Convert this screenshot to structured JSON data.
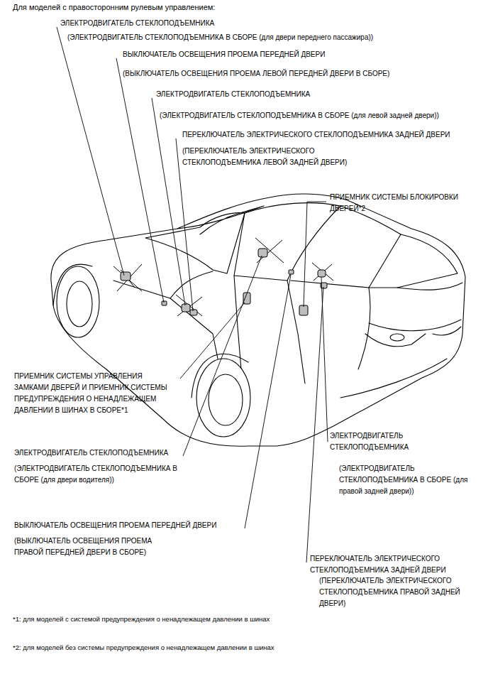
{
  "diagram": {
    "title": "Для моделей с правосторонним рулевым управлением:",
    "labels": [
      "ЭЛЕКТРОДВИГАТЕЛЬ СТЕКЛОПОДЪЕМНИКА",
      "(ЭЛЕКТРОДВИГАТЕЛЬ СТЕКЛОПОДЪЕМНИКА В СБОРЕ (для двери переднего пассажира))",
      "ВЫКЛЮЧАТЕЛЬ ОСВЕЩЕНИЯ ПРОЕМА ПЕРЕДНЕЙ ДВЕРИ",
      "(ВЫКЛЮЧАТЕЛЬ ОСВЕЩЕНИЯ ПРОЕМА ЛЕВОЙ ПЕРЕДНЕЙ ДВЕРИ В СБОРЕ)",
      "ЭЛЕКТРОДВИГАТЕЛЬ СТЕКЛОПОДЪЕМНИКА",
      "(ЭЛЕКТРОДВИГАТЕЛЬ СТЕКЛОПОДЪЕМНИКА В СБОРЕ (для левой задней двери))",
      "ПЕРЕКЛЮЧАТЕЛЬ ЭЛЕКТРИЧЕСКОГО СТЕКЛОПОДЪЕМНИКА ЗАДНЕЙ ДВЕРИ",
      "(ПЕРЕКЛЮЧАТЕЛЬ ЭЛЕКТРИЧЕСКОГО СТЕКЛОПОДЪЕМНИКА ЛЕВОЙ ЗАДНЕЙ ДВЕРИ)",
      "ПРИЕМНИК СИСТЕМЫ БЛОКИРОВКИ ДВЕРЕЙ*2",
      "ПРИЕМНИК СИСТЕМЫ УПРАВЛЕНИЯ ЗАМКАМИ ДВЕРЕЙ И ПРИЕМНИК СИСТЕМЫ ПРЕДУПРЕЖДЕНИЯ О НЕНАДЛЕЖАЩЕМ ДАВЛЕНИИ В ШИНАХ В СБОРЕ*1",
      "ЭЛЕКТРОДВИГАТЕЛЬ СТЕКЛОПОДЪЕМНИКА",
      "(ЭЛЕКТРОДВИГАТЕЛЬ СТЕКЛОПОДЪЕМНИКА В СБОРЕ (для двери водителя))",
      "ЭЛЕКТРОДВИГАТЕЛЬ СТЕКЛОПОДЪЕМНИКА",
      "(ЭЛЕКТРОДВИГАТЕЛЬ СТЕКЛОПОДЪЕМНИКА В СБОРЕ (для правой задней двери))",
      "ВЫКЛЮЧАТЕЛЬ ОСВЕЩЕНИЯ ПРОЕМА ПЕРЕДНЕЙ ДВЕРИ",
      "(ВЫКЛЮЧАТЕЛЬ ОСВЕЩЕНИЯ ПРОЕМА ПРАВОЙ ПЕРЕДНЕЙ ДВЕРИ В СБОРЕ)",
      "ПЕРЕКЛЮЧАТЕЛЬ ЭЛЕКТРИЧЕСКОГО СТЕКЛОПОДЪЕМНИКА ЗАДНЕЙ ДВЕРИ",
      "(ПЕРЕКЛЮЧАТЕЛЬ ЭЛЕКТРИЧЕСКОГО СТЕКЛОПОДЪЕМНИКА ПРАВОЙ ЗАДНЕЙ ДВЕРИ)",
      "*1: для моделей с системой предупреждения о ненадлежащем давлении в шинах",
      "*2: для моделей без системы предупреждения о ненадлежащем давлении в шинах"
    ]
  }
}
